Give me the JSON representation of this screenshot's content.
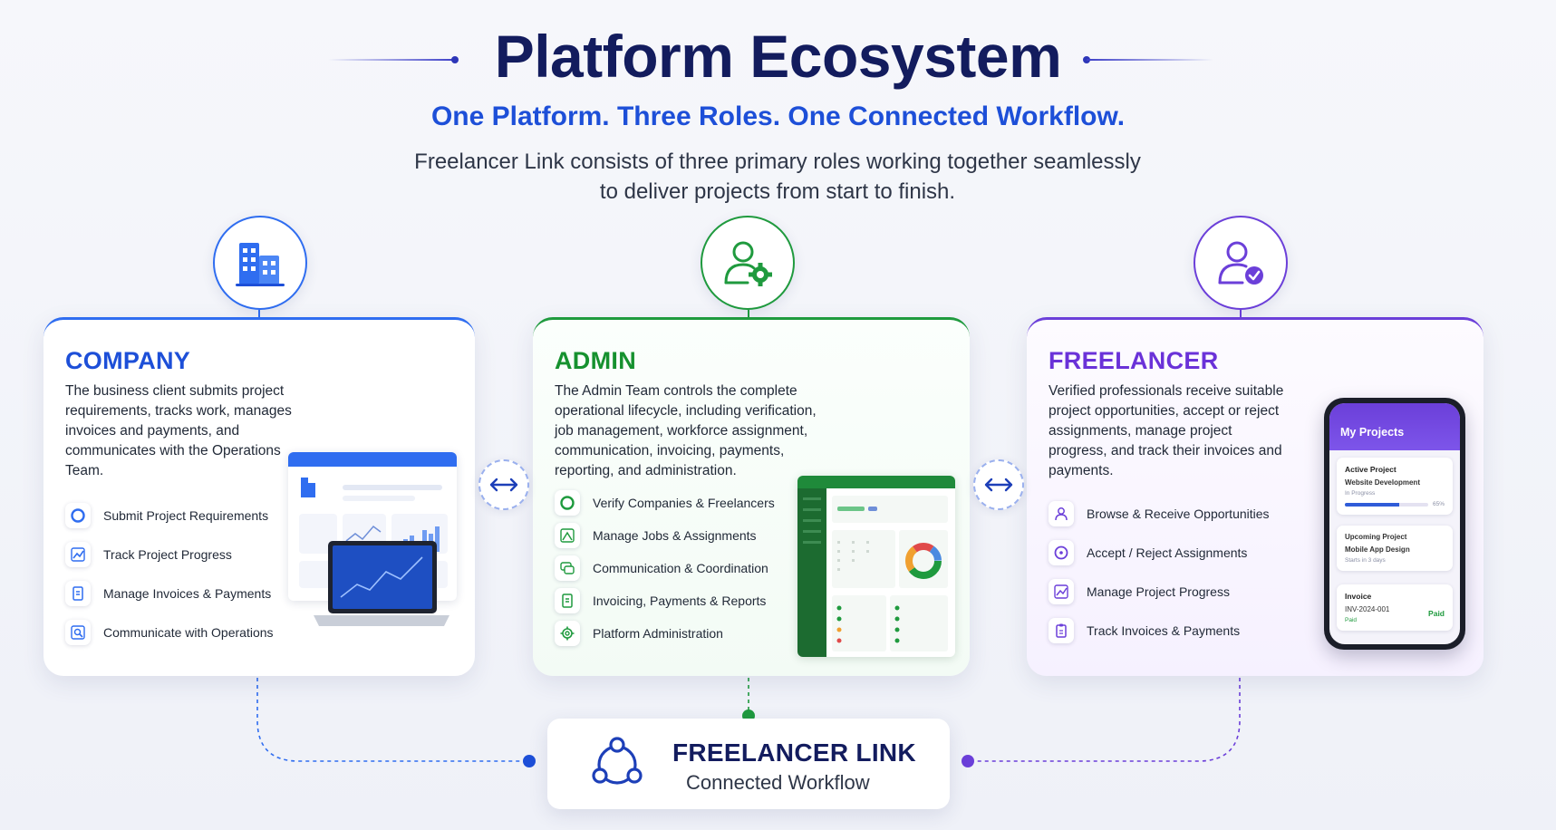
{
  "header": {
    "title": "Platform Ecosystem",
    "subtitle": "One Platform. Three Roles. One Connected Workflow.",
    "intro_line1": "Freelancer Link consists of three primary roles working together seamlessly",
    "intro_line2": "to deliver projects from start to finish."
  },
  "colors": {
    "company": "#2f6df0",
    "admin": "#1f9a3e",
    "freelancer": "#6b3fd9",
    "navy": "#131c5e"
  },
  "roles": {
    "company": {
      "icon": "building-icon",
      "title": "COMPANY",
      "description": "The business client submits project requirements, tracks work, manages invoices and payments, and communicates with the Operations Team.",
      "features": [
        {
          "icon": "circle-icon",
          "label": "Submit Project Requirements"
        },
        {
          "icon": "chart-icon",
          "label": "Track Project Progress"
        },
        {
          "icon": "invoice-icon",
          "label": "Manage Invoices & Payments"
        },
        {
          "icon": "search-icon",
          "label": "Communicate with Operations"
        }
      ]
    },
    "admin": {
      "icon": "user-gear-icon",
      "title": "ADMIN",
      "description": "The Admin Team controls the complete operational lifecycle, including verification, job management, workforce assignment, communication, invoicing, payments, reporting, and administration.",
      "features": [
        {
          "icon": "circle-icon",
          "label": "Verify Companies & Freelancers"
        },
        {
          "icon": "jobs-icon",
          "label": "Manage Jobs & Assignments"
        },
        {
          "icon": "chat-icon",
          "label": "Communication & Coordination"
        },
        {
          "icon": "invoice-icon",
          "label": "Invoicing, Payments & Reports"
        },
        {
          "icon": "gear-icon",
          "label": "Platform Administration"
        }
      ]
    },
    "freelancer": {
      "icon": "user-check-icon",
      "title": "FREELANCER",
      "description": "Verified professionals receive suitable project opportunities, accept or reject assignments, manage project progress, and track their invoices and payments.",
      "features": [
        {
          "icon": "user-icon",
          "label": "Browse & Receive Opportunities"
        },
        {
          "icon": "target-icon",
          "label": "Accept / Reject Assignments"
        },
        {
          "icon": "progress-icon",
          "label": "Manage Project Progress"
        },
        {
          "icon": "clipboard-icon",
          "label": "Track Invoices & Payments"
        }
      ],
      "phone": {
        "header": "My Projects",
        "active_label": "Active Project",
        "active_name": "Website Development",
        "active_status": "In Progress",
        "active_progress_pct": 65,
        "active_progress_text": "65%",
        "upcoming_label": "Upcoming Project",
        "upcoming_name": "Mobile App Design",
        "upcoming_status": "Starts in 3 days",
        "invoice_label": "Invoice",
        "invoice_id": "INV-2024-001",
        "invoice_badge": "Paid",
        "invoice_status": "Paid"
      }
    }
  },
  "hub": {
    "title": "FREELANCER LINK",
    "subtitle": "Connected Workflow"
  }
}
